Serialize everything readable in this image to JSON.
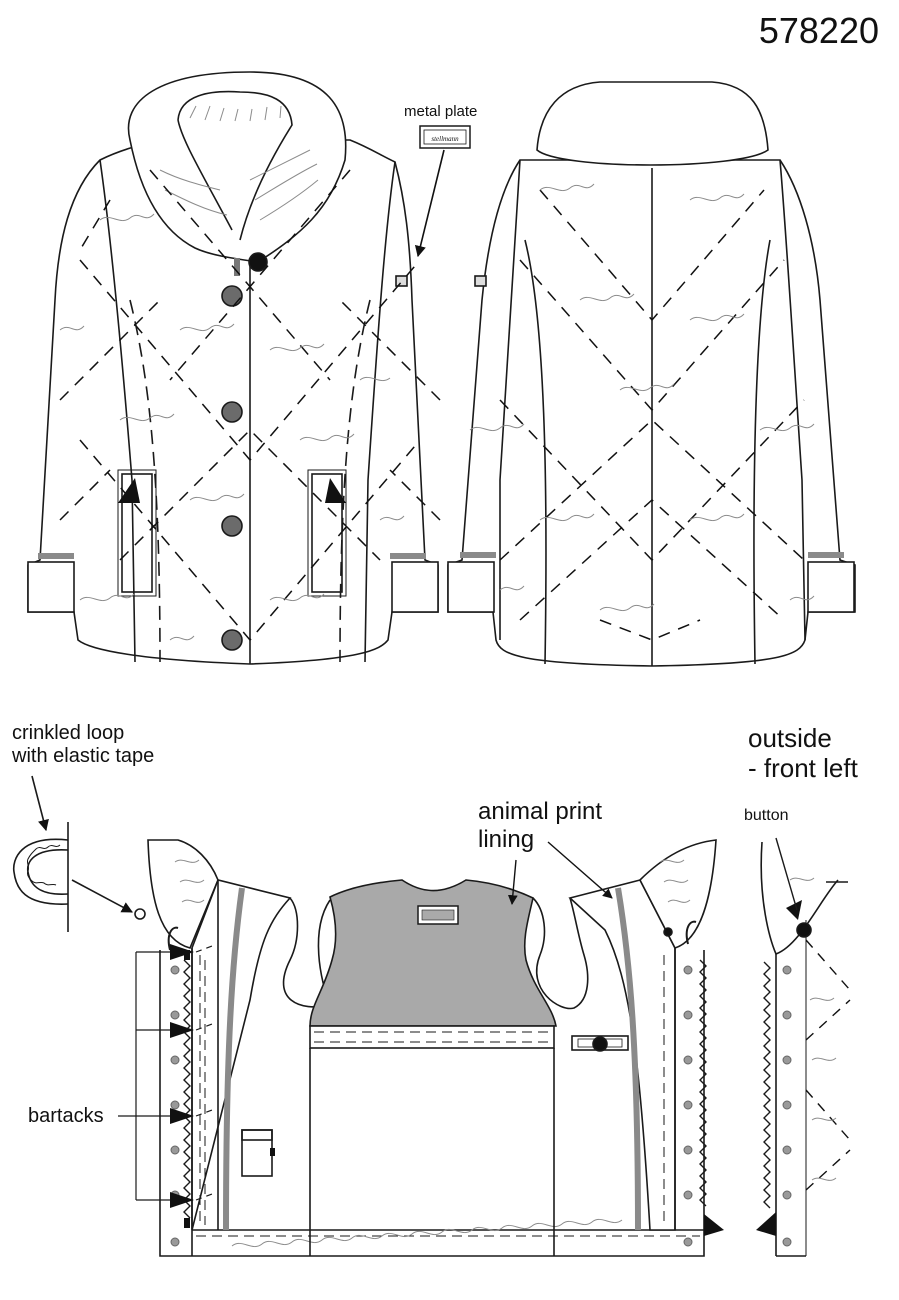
{
  "sheet": {
    "style_number": "578220"
  },
  "callouts": {
    "metal_plate": "metal plate",
    "plate_brand": "stellmann",
    "crinkled_loop": "crinkled loop\nwith elastic tape",
    "animal_print_lining": "animal print\nlining",
    "outside_front_left": "outside\n- front left",
    "button": "button",
    "bartacks": "bartacks"
  },
  "colors": {
    "line": "#1a1a1a",
    "lining_gray": "#a9a9a9",
    "facing_stripe": "#8a8a8a",
    "button_fill": "#6b6b6b",
    "collar_edge_dark": "#111111",
    "fur_texture": "#8c8c8c"
  }
}
